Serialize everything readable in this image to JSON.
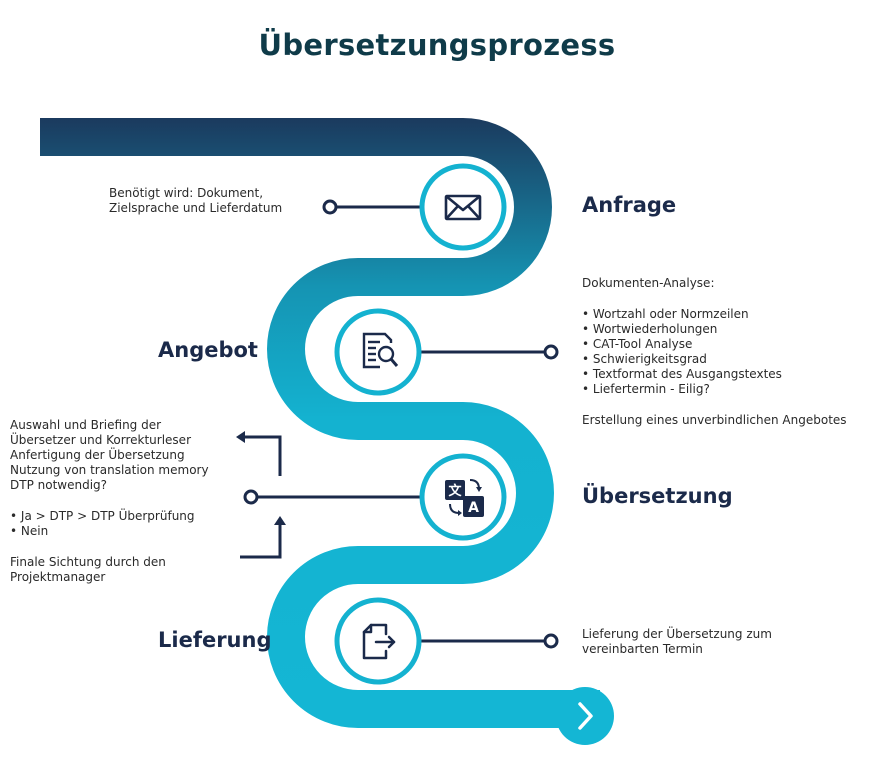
{
  "title": "Übersetzungsprozess",
  "colors": {
    "title": "#0f3b49",
    "path_dark": "#1b3a5e",
    "path_light": "#14b2d0",
    "connector": "#1b2a4a"
  },
  "stages": [
    {
      "label": "Anfrage",
      "icon": "envelope-icon",
      "note_lines": [
        "Benötigt wird: Dokument,",
        "Zielsprache und Lieferdatum"
      ]
    },
    {
      "label": "Angebot",
      "icon": "document-search-icon",
      "intro": "Dokumenten-Analyse:",
      "bullets": [
        "Wortzahl oder Normzeilen",
        "Wortwiederholungen",
        "CAT-Tool Analyse",
        "Schwierigkeitsgrad",
        "Textformat des Ausgangstextes",
        "Liefertermin - Eilig?"
      ],
      "footer": "Erstellung eines unverbindlichen Angebotes"
    },
    {
      "label": "Übersetzung",
      "icon": "translate-icon",
      "lines": [
        "Auswahl und Briefing der",
        "Übersetzer und Korrekturleser",
        "Anfertigung der Übersetzung",
        "Nutzung von translation memory",
        "DTP notwendig?"
      ],
      "bullets": [
        "Ja > DTP > DTP Überprüfung",
        "Nein"
      ],
      "footer_lines": [
        "Finale Sichtung durch den",
        "Projektmanager"
      ]
    },
    {
      "label": "Lieferung",
      "icon": "file-export-icon",
      "note_lines": [
        "Lieferung der Übersetzung zum",
        "vereinbarten Termin"
      ]
    }
  ],
  "end_icon": "chevron-right-icon"
}
